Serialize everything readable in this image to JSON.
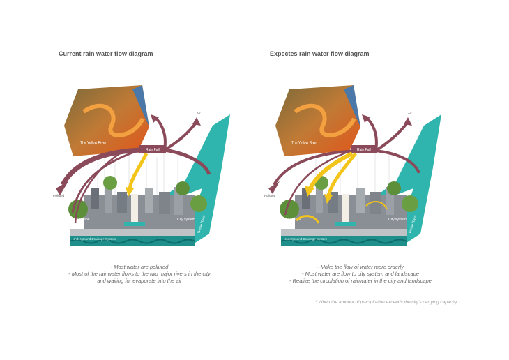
{
  "left": {
    "title": "Current rain water flow diagram",
    "labels": {
      "rain_fall": "Rain Fall",
      "air": "Air",
      "yellow_river": "The Yellow River",
      "polluted": "Polluted",
      "landscape": "Landscape",
      "city_system": "City system",
      "weihe_river": "Weihe River",
      "drainage": "Underground Drainage System"
    },
    "notes": [
      "- Most water are polluted",
      "- Most of the rainwater flows to the two major rivers in the city",
      "and waiting for evaporate into the air"
    ]
  },
  "right": {
    "title": "Expectes rain water flow diagram",
    "labels": {
      "rain_fall": "Rain Fall",
      "air": "Air",
      "yellow_river": "The Yellow River",
      "polluted": "Polluted",
      "landscape": "Landscape",
      "city_system": "City system",
      "weihe_river": "Weihe River",
      "drainage": "Underground Drainage System"
    },
    "notes": [
      "- Make the flow of water more orderly",
      "- Most water are flow to city system and landscape",
      "- Realize the circulation of rainwater in the city and landscape"
    ]
  },
  "footnote": "* When the amount of precipitation exceeds the city's carrying capacity",
  "colors": {
    "arrow_maroon": "#8a4a5a",
    "teal": "#2fb5ad",
    "yellow": "#f3c51a",
    "river_orange": "#d9762a"
  }
}
